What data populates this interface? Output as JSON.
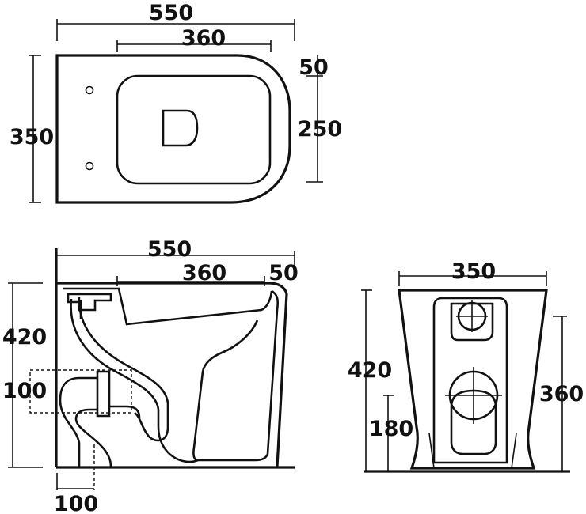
{
  "top_view": {
    "overall_width": "550",
    "seat_width": "360",
    "front_offset": "50",
    "seat_depth": "250",
    "overall_depth": "350"
  },
  "side_view": {
    "overall_length": "550",
    "bowl_length": "360",
    "front_offset": "50",
    "overall_height": "420",
    "outlet_height": "100",
    "outlet_distance": "100"
  },
  "front_view": {
    "overall_width": "350",
    "overall_height": "420",
    "inlet_height": "360",
    "outlet_height": "180"
  },
  "colors": {
    "line": "#111111",
    "background": "#ffffff"
  }
}
